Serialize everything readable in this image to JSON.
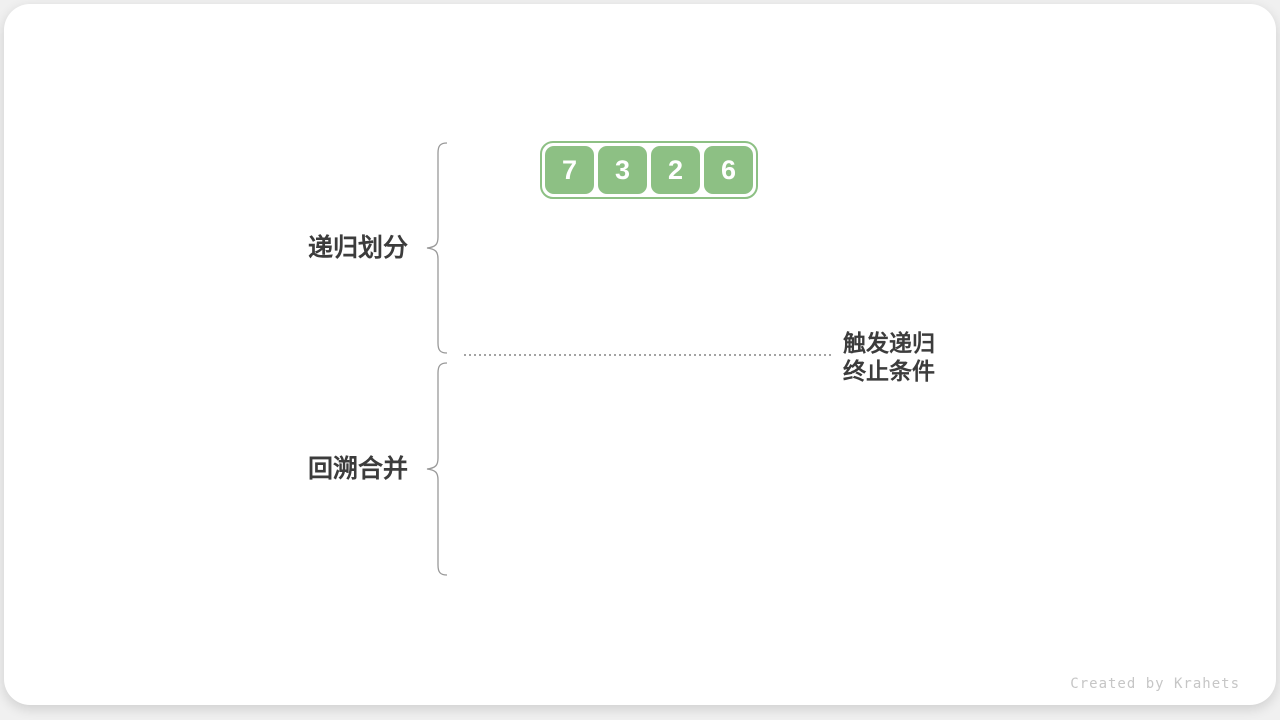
{
  "page": {
    "background_color": "#f0f0f0",
    "card_color": "#ffffff"
  },
  "array": {
    "values": [
      "7",
      "3",
      "2",
      "6"
    ],
    "cell_color": "#8dc084",
    "border_color": "#8dc084",
    "number_color": "#ffffff"
  },
  "labels": {
    "divide_phase": "递归划分",
    "merge_phase": "回溯合并",
    "terminate_line1": "触发递归",
    "terminate_line2": "终止条件",
    "text_color": "#3c3c3c"
  },
  "divider": {
    "style": "dotted",
    "color": "#a3a3a3"
  },
  "brace": {
    "color": "#999999"
  },
  "credit": {
    "text": "Created by Krahets",
    "color": "#c6c6c6"
  }
}
